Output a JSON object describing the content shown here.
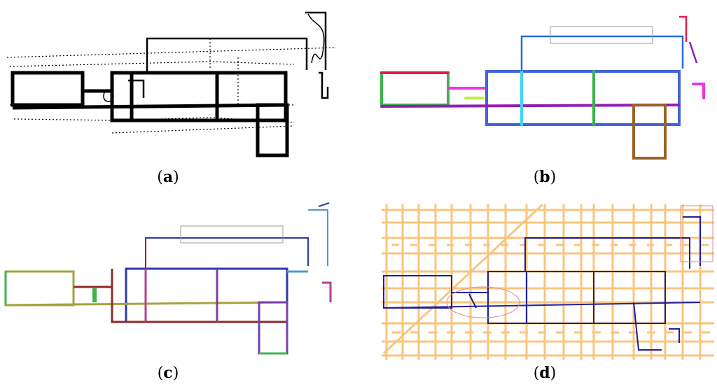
{
  "figure": {
    "panels": [
      {
        "id": "a",
        "caption_open": "(",
        "caption_letter": "a",
        "caption_close": ")",
        "style": "raw-trajectories",
        "colors": [
          "#000000"
        ]
      },
      {
        "id": "b",
        "caption_open": "(",
        "caption_letter": "b",
        "caption_close": ")",
        "style": "clustered-points",
        "colors": [
          "#3cb44b",
          "#e6194b",
          "#4363d8",
          "#f032e6",
          "#911eb4",
          "#42d4f4",
          "#9a6324",
          "#bfef45"
        ]
      },
      {
        "id": "c",
        "caption_open": "(",
        "caption_letter": "c",
        "caption_close": ")",
        "style": "fitted-segments",
        "colors": [
          "#2b3aa8",
          "#8e2a2a",
          "#a6a23c",
          "#7b3fa8",
          "#3cb44b",
          "#b53d8f",
          "#4a9bd1"
        ]
      },
      {
        "id": "d",
        "caption_open": "(",
        "caption_letter": "d",
        "caption_close": ")",
        "style": "road-network-overlay",
        "colors": [
          "#f8c57c",
          "#1f1fa0",
          "#e58a8a"
        ]
      }
    ]
  }
}
